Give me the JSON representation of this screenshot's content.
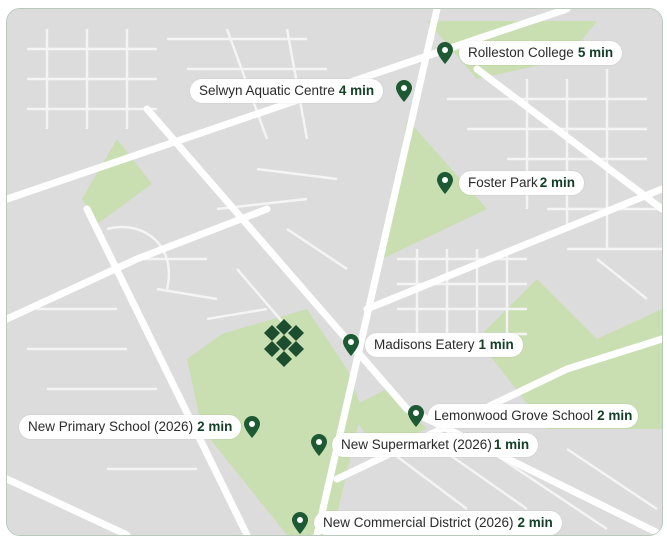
{
  "colors": {
    "land": "#dcdcdc",
    "park": "#c9dfb1",
    "road": "#ffffff",
    "pin": "#1d5a34",
    "logo": "#1b4d2e"
  },
  "logo": {
    "icon": "development-site-logo"
  },
  "pois": [
    {
      "name": "Rolleston College",
      "time": "5 min",
      "icon": "map-pin-icon"
    },
    {
      "name": "Selwyn Aquatic Centre",
      "time": "4 min",
      "icon": "map-pin-icon"
    },
    {
      "name": "Foster Park",
      "time": "2 min",
      "icon": "map-pin-icon"
    },
    {
      "name": "Madisons Eatery",
      "time": "1 min",
      "icon": "map-pin-icon"
    },
    {
      "name": "Lemonwood Grove School",
      "time": "2 min",
      "icon": "map-pin-icon"
    },
    {
      "name": "New Primary School (2026)",
      "time": "2 min",
      "icon": "map-pin-icon"
    },
    {
      "name": "New Supermarket (2026)",
      "time": "1 min",
      "icon": "map-pin-icon"
    },
    {
      "name": "New Commercial District (2026)",
      "time": "2 min",
      "icon": "map-pin-icon"
    }
  ]
}
